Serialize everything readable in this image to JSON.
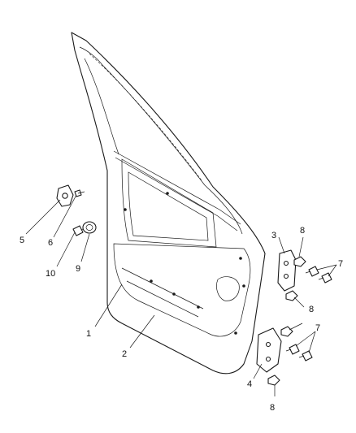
{
  "callouts": {
    "c1": "1",
    "c2": "2",
    "c3": "3",
    "c4": "4",
    "c5": "5",
    "c6": "6",
    "c7a": "7",
    "c7b": "7",
    "c8a": "8",
    "c8b": "8",
    "c8c": "8",
    "c9": "9",
    "c10": "10"
  },
  "colors": {
    "line": "#1a1a1a",
    "background": "#ffffff"
  }
}
